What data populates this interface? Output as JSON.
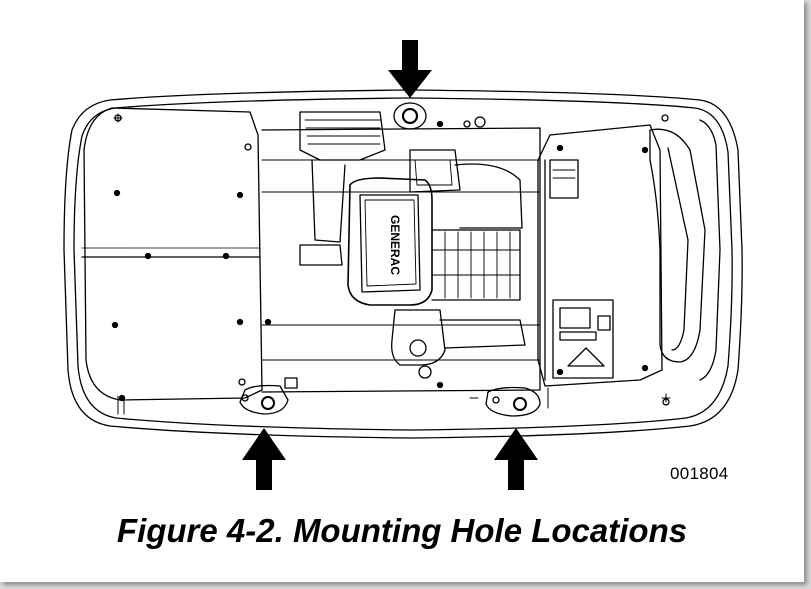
{
  "figure": {
    "drawing_number": "001804",
    "caption": "Figure 4-2. Mounting Hole Locations"
  },
  "drawing": {
    "engine_brand_text": "GENERAC",
    "arrows": [
      {
        "target": "mounting-hole-top",
        "direction": "down"
      },
      {
        "target": "mounting-hole-bottom-left",
        "direction": "up"
      },
      {
        "target": "mounting-hole-bottom-right",
        "direction": "up"
      }
    ]
  }
}
